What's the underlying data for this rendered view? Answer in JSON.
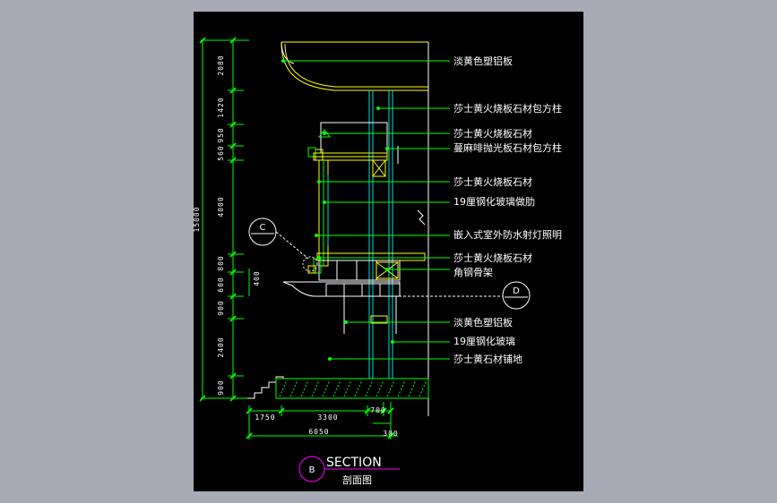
{
  "drawing": {
    "title": "SECTION",
    "subtitle": "剖面图",
    "marker_b": "B",
    "marker_c": "C",
    "marker_d": "D",
    "annotations": [
      "淡黄色塑铝板",
      "莎士黄火烧板石材包方柱",
      "莎士黄火烧板石材",
      "蔓麻啡抛光板石材包方柱",
      "莎士黄火烧板石材",
      "19厘钢化玻璃做肋",
      "嵌入式室外防水射灯照明",
      "莎士黄火烧板石材",
      "角钢骨架",
      "淡黄色塑铝板",
      "19厘钢化玻璃",
      "莎士黄石材铺地"
    ],
    "vertical_dims": [
      "2080",
      "1420",
      "950",
      "560",
      "4000",
      "800",
      "600",
      "900",
      "2400",
      "900"
    ],
    "overall_dim": "15000",
    "side_dim": "400",
    "horizontal_dims": [
      "1750",
      "3300",
      "700",
      "300"
    ],
    "total_width_dim": "6050",
    "colors": {
      "background": "#a8aab6",
      "sheet": "#000000",
      "dimension": "#00ff00",
      "outline": "#ffff00",
      "glass": "#00e0e0",
      "marker": "#ff00ff",
      "text": "#ffffff"
    }
  }
}
